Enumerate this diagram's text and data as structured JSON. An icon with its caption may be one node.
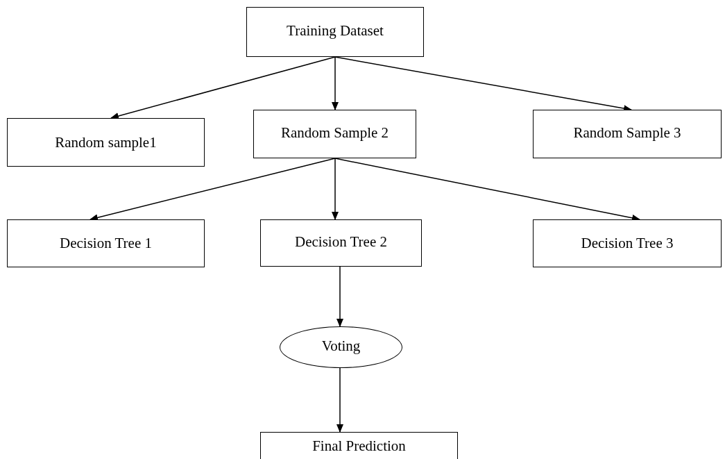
{
  "diagram": {
    "nodes": [
      {
        "text": [
          "Training Dataset"
        ]
      },
      {
        "text": [
          "Random sample1"
        ]
      },
      {
        "text": [
          "Random Sample 2"
        ]
      },
      {
        "text": [
          "Random Sample 3"
        ]
      },
      {
        "text": [
          "Decision Tree 1"
        ]
      },
      {
        "text": [
          "Decision Tree 2"
        ]
      },
      {
        "text": [
          "Decision Tree 3"
        ]
      },
      {
        "text": [
          "Voting"
        ]
      },
      {
        "text": [
          "Final Prediction"
        ]
      }
    ],
    "edges": [
      {
        "from": 0,
        "to": 1,
        "arrow": "to"
      },
      {
        "from": 0,
        "to": 2,
        "arrow": "to"
      },
      {
        "from": 0,
        "to": 3,
        "arrow": "to"
      },
      {
        "from": 2,
        "to": 4,
        "arrow": "to"
      },
      {
        "from": 2,
        "to": 5,
        "arrow": "to"
      },
      {
        "from": 2,
        "to": 6,
        "arrow": "to"
      },
      {
        "from": 5,
        "to": 7,
        "arrow": "to"
      },
      {
        "from": 7,
        "to": 8,
        "arrow": "to"
      }
    ]
  }
}
